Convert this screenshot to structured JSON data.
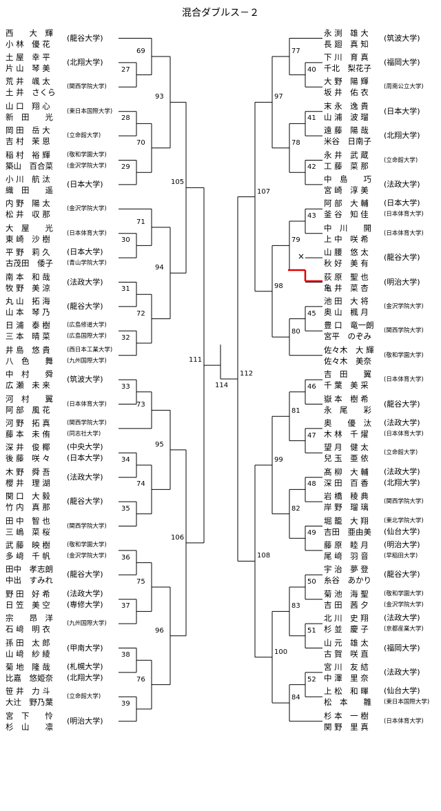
{
  "title": "混合ダブルス－２",
  "left": [
    {
      "p1": "西　　大　輝",
      "p2": "小 林　優 花",
      "uni": [
        "(龍谷大学)"
      ]
    },
    {
      "p1": "土 屋　幸 平",
      "p2": "片 山　琴 美",
      "uni": [
        "(北翔大学)"
      ]
    },
    {
      "p1": "荒 井　颯 太",
      "p2": "土 井　さくら",
      "uni": [
        "(関西学院大学)"
      ]
    },
    {
      "p1": "山 口　翔 心",
      "p2": "新　田　　光",
      "uni": [
        "(東日本国際大学)"
      ]
    },
    {
      "p1": "岡 田　岳 大",
      "p2": "吉 村　茉 恩",
      "uni": [
        "(立命館大学)"
      ]
    },
    {
      "p1": "稲 村　裕 輝",
      "p2": "築山　百合菜",
      "uni": [
        "(敬和学園大学)",
        "(金沢学院大学)"
      ]
    },
    {
      "p1": "小 川　航 汰",
      "p2": "織　田　　遥",
      "uni": [
        "(日本大学)"
      ]
    },
    {
      "p1": "内 野　陽 太",
      "p2": "松 井　収 那",
      "uni": [
        "(金沢学院大学)"
      ]
    },
    {
      "p1": "大　屋　　光",
      "p2": "東 崎　沙 樹",
      "uni": [
        "(日本体育大学)"
      ]
    },
    {
      "p1": "平 野　莉 久",
      "p2": "古茂田　倭子",
      "uni": [
        "(日本大学)",
        "(青山学院大学)"
      ]
    },
    {
      "p1": "南 本　和 哉",
      "p2": "牧 野　美 涼",
      "uni": [
        "(法政大学)"
      ]
    },
    {
      "p1": "丸 山　拓 海",
      "p2": "山 本　琴 乃",
      "uni": [
        "(龍谷大学)"
      ]
    },
    {
      "p1": "日 浦　泰 樹",
      "p2": "三 本　晴 菜",
      "uni": [
        "(広島修道大学)",
        "(広島国際大学)"
      ]
    },
    {
      "p1": "井 島　悠 貴",
      "p2": "八　色　　舞",
      "uni": [
        "(西日本工業大学)",
        "(九州国際大学)"
      ]
    },
    {
      "p1": "中　村　　舜",
      "p2": "広 瀬　未 来",
      "uni": [
        "(筑波大学)"
      ]
    },
    {
      "p1": "河　村　　翼",
      "p2": "阿 部　風 花",
      "uni": [
        "(日本体育大学)"
      ]
    },
    {
      "p1": "河 野　拓 真",
      "p2": "藤 本　未 侑",
      "uni": [
        "(関西学院大学)",
        "(同志社大学)"
      ]
    },
    {
      "p1": "深 井　俊 椰",
      "p2": "後 藤　咲 々",
      "uni": [
        "(中央大学)",
        "(日本大学)"
      ]
    },
    {
      "p1": "木 野　舜 吾",
      "p2": "櫻 井　理 湖",
      "uni": [
        "(法政大学)"
      ]
    },
    {
      "p1": "関 口　大 毅",
      "p2": "竹 内　真 那",
      "uni": [
        "(龍谷大学)"
      ]
    },
    {
      "p1": "田 中　智 也",
      "p2": "三 嶋　菜 桜",
      "uni": [
        "(関西学院大学)"
      ]
    },
    {
      "p1": "武 藤　映 樹",
      "p2": "多 﨑　千 帆",
      "uni": [
        "(敬和学園大学)",
        "(金沢学院大学)"
      ]
    },
    {
      "p1": "田中　孝志朗",
      "p2": "中出　すみれ",
      "uni": [
        "(龍谷大学)"
      ]
    },
    {
      "p1": "野 田　好 希",
      "p2": "日 笠　美 空",
      "uni": [
        "(法政大学)",
        "(専修大学)"
      ]
    },
    {
      "p1": "宗　　昂　洋",
      "p2": "石 﨑　明 衣",
      "uni": [
        "(九州国際大学)"
      ]
    },
    {
      "p1": "孫 田　太 郎",
      "p2": "山 﨑　紗 綾",
      "uni": [
        "(甲南大学)"
      ]
    },
    {
      "p1": "菊 地　隆 哉",
      "p2": "比嘉　悠姫奈",
      "uni": [
        "(札幌大学)",
        "(北翔大学)"
      ]
    },
    {
      "p1": "笹 井　力 斗",
      "p2": "大辻　野乃葉",
      "uni": [
        "(立命館大学)"
      ]
    },
    {
      "p1": "宮　下　　怜",
      "p2": "杉　山　　凛",
      "uni": [
        "(明治大学)"
      ]
    }
  ],
  "right": [
    {
      "p1": "永 渕　雄 大",
      "p2": "長 廻　真 知",
      "uni": [
        "(筑波大学)"
      ]
    },
    {
      "p1": "下 川　育 真",
      "p2": "千北　梨花子",
      "uni": [
        "(福岡大学)"
      ]
    },
    {
      "p1": "大 野　陽 輝",
      "p2": "坂 井　佑 衣",
      "uni": [
        "(周南公立大学)"
      ]
    },
    {
      "p1": "末 永　逸 貴",
      "p2": "山 浦　波 瑠",
      "uni": [
        "(日本大学)"
      ]
    },
    {
      "p1": "遠 藤　陽 哉",
      "p2": "米谷　日南子",
      "uni": [
        "(北翔大学)"
      ]
    },
    {
      "p1": "永 井　武 蔵",
      "p2": "工 藤　菜 那",
      "uni": [
        "(立命館大学)"
      ]
    },
    {
      "p1": "中　島　　巧",
      "p2": "宮 崎　淳 美",
      "uni": [
        "(法政大学)"
      ]
    },
    {
      "p1": "阿 部　大 輔",
      "p2": "釜 谷　知 佳",
      "uni": [
        "(日本大学)",
        "(日本体育大学)"
      ]
    },
    {
      "p1": "中　川　　開",
      "p2": "上 中　咲 希",
      "uni": [
        "(日本体育大学)"
      ]
    },
    {
      "p1": "山 腰　悠 太",
      "p2": "秋 好　美 有",
      "uni": [
        "(龍谷大学)"
      ]
    },
    {
      "p1": "荻 原　聖 也",
      "p2": "亀 井　菜 杏",
      "uni": [
        "(明治大学)"
      ]
    },
    {
      "p1": "池 田　大 将",
      "p2": "奥 山　楓 月",
      "uni": [
        "(金沢学院大学)"
      ]
    },
    {
      "p1": "豊 口　竜一朗",
      "p2": "宮平　のぞみ",
      "uni": [
        "(関西学院大学)"
      ]
    },
    {
      "p1": "佐々木　大 輝",
      "p2": "佐々木　美奈",
      "uni": [
        "(敬和学園大学)"
      ]
    },
    {
      "p1": "吉　田　　翼",
      "p2": "千 葉　美 采",
      "uni": [
        "(日本体育大学)"
      ]
    },
    {
      "p1": "嶽 本　樹 希",
      "p2": "永　尾　　彩",
      "uni": [
        "(龍谷大学)"
      ]
    },
    {
      "p1": "奥　　優　汰",
      "p2": "木 林　千 燿",
      "uni": [
        "(法政大学)",
        "(日本体育大学)"
      ]
    },
    {
      "p1": "望 月　健 太",
      "p2": "兒 玉　亜 依",
      "uni": [
        "(立命館大学)"
      ]
    },
    {
      "p1": "髙 柳　大 輔",
      "p2": "深 田　百 香",
      "uni": [
        "(法政大学)",
        "(北翔大学)"
      ]
    },
    {
      "p1": "岩 橋　稜 典",
      "p2": "岸 野　瑠 璃",
      "uni": [
        "(関西学院大学)"
      ]
    },
    {
      "p1": "堀 籠　大 翔",
      "p2": "吉田　亜由美",
      "uni": [
        "(東北学院大学)",
        "(仙台大学)"
      ]
    },
    {
      "p1": "藤 原　睦 月",
      "p2": "尾 﨑　羽 音",
      "uni": [
        "(明治大学)",
        "(早稲田大学)"
      ]
    },
    {
      "p1": "宇 治　夢 登",
      "p2": "糸谷　あかり",
      "uni": [
        "(龍谷大学)"
      ]
    },
    {
      "p1": "菊 池　海 聖",
      "p2": "吉 田　茜 夕",
      "uni": [
        "(敬和学園大学)",
        "(金沢学院大学)"
      ]
    },
    {
      "p1": "北 川　史 翔",
      "p2": "杉 並　慶 子",
      "uni": [
        "(法政大学)",
        "(京都産業大学)"
      ]
    },
    {
      "p1": "山 元　雄 太",
      "p2": "古 賀　咲 直",
      "uni": [
        "(福岡大学)"
      ]
    },
    {
      "p1": "宮 川　友 結",
      "p2": "中 澤　里 奈",
      "uni": [
        "(法政大学)"
      ]
    },
    {
      "p1": "上 松　和 暉",
      "p2": "松　本　　雛",
      "uni": [
        "(仙台大学)",
        "(東日本国際大学)"
      ]
    },
    {
      "p1": "杉 本　一 樹",
      "p2": "関 野　里 真",
      "uni": [
        "(日本体育大学)"
      ]
    }
  ],
  "match_numbers": {
    "left": [
      "27",
      "28",
      "29",
      "30",
      "31",
      "32",
      "33",
      "34",
      "35",
      "36",
      "37",
      "38",
      "39",
      "69",
      "70",
      "71",
      "72",
      "73",
      "74",
      "75",
      "76",
      "93",
      "94",
      "95",
      "96",
      "105",
      "106",
      "111"
    ],
    "right": [
      "40",
      "41",
      "42",
      "43",
      "45",
      "46",
      "47",
      "48",
      "49",
      "50",
      "51",
      "52",
      "77",
      "78",
      "79",
      "80",
      "81",
      "82",
      "83",
      "84",
      "97",
      "98",
      "99",
      "100",
      "107",
      "108",
      "112"
    ],
    "final": "114"
  },
  "mark": "×",
  "colors": {
    "line": "#000000",
    "winner_line": "#e00000"
  }
}
